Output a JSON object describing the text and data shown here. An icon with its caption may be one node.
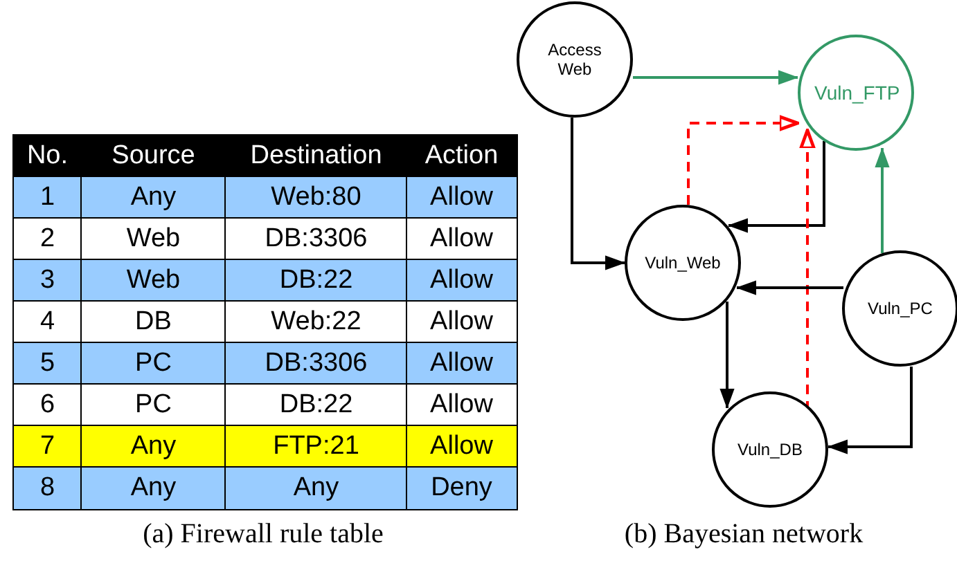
{
  "diagram": {
    "nodes": [
      {
        "text": [
          "Access Web"
        ]
      },
      {
        "text": [
          "Vuln_FTP"
        ]
      },
      {
        "text": [
          "Vuln_Web"
        ]
      },
      {
        "text": [
          "Vuln_PC"
        ]
      },
      {
        "text": [
          "Vuln_DB"
        ]
      }
    ],
    "edges": [
      {
        "from": 0,
        "to": 1,
        "arrow": "to",
        "color": "#339966"
      },
      {
        "from": 0,
        "to": 2,
        "arrow": "to"
      },
      {
        "from": 1,
        "to": 2,
        "arrow": "to"
      },
      {
        "from": 2,
        "to": 1,
        "arrow": "to",
        "style": "dashed",
        "color": "#ff0000"
      },
      {
        "from": 4,
        "to": 1,
        "arrow": "to",
        "style": "dashed",
        "color": "#ff0000"
      },
      {
        "from": 3,
        "to": 1,
        "arrow": "to",
        "color": "#339966"
      },
      {
        "from": 3,
        "to": 2,
        "arrow": "to"
      },
      {
        "from": 2,
        "to": 4,
        "arrow": "to"
      },
      {
        "from": 3,
        "to": 4,
        "arrow": "to"
      }
    ],
    "labels": [
      "No.",
      "Source",
      "Destination",
      "Action",
      "1",
      "Any",
      "Web:80",
      "Allow",
      "2",
      "Web",
      "DB:3306",
      "Allow",
      "3",
      "Web",
      "DB:22",
      "Allow",
      "4",
      "DB",
      "Web:22",
      "Allow",
      "5",
      "PC",
      "DB:3306",
      "Allow",
      "6",
      "PC",
      "DB:22",
      "Allow",
      "7",
      "Any",
      "FTP:21",
      "Allow",
      "8",
      "Any",
      "Any",
      "Deny",
      "(a) Firewall rule table",
      "(b) Bayesian network"
    ]
  }
}
